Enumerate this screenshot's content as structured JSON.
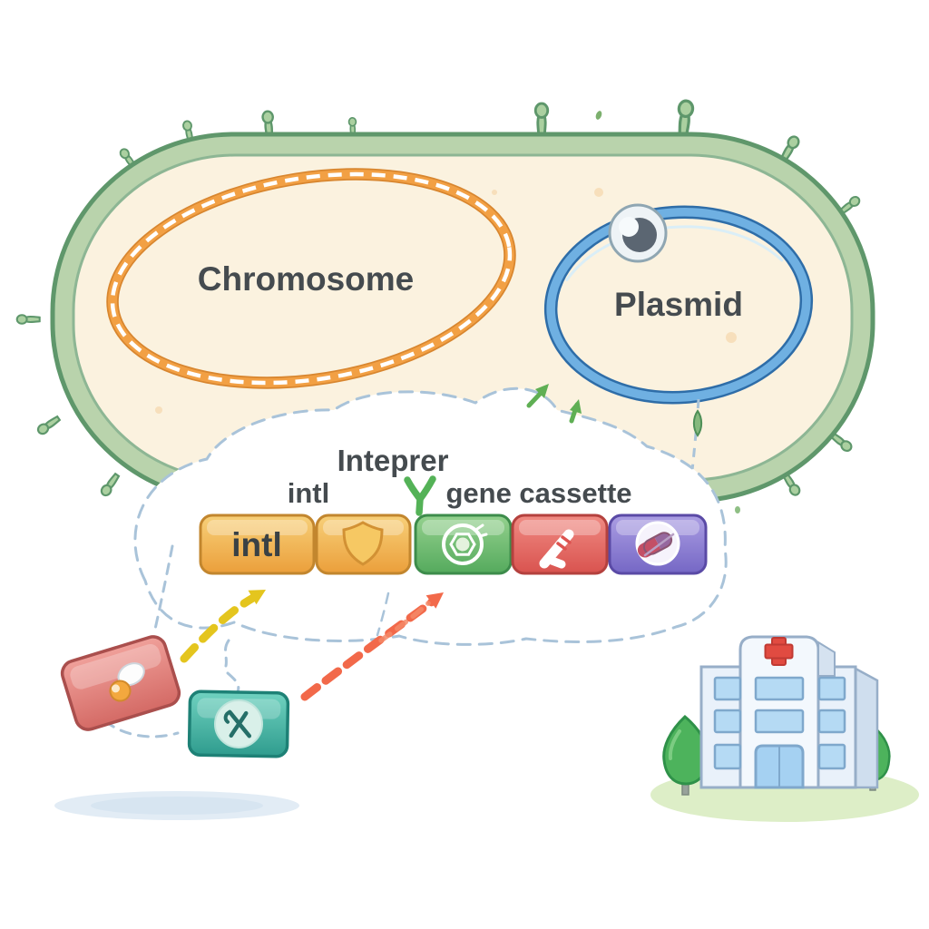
{
  "labels": {
    "chromosome": "Chromosome",
    "plasmid": "Plasmid",
    "integrase": "Inteprer",
    "att_site": "intl",
    "gene_cassette": "gene cassette",
    "cassette_block_1": "intl"
  },
  "icons": {
    "plasmid_marker": "origin-of-replication-icon",
    "att_symbol": "attc-site-y-icon",
    "block_2": "shield-icon",
    "block_3": "microbe-icon",
    "block_4": "bone-icon",
    "block_5": "pill-icon",
    "red_card": "pills-icon",
    "teal_card": "no-antibiotic-icon",
    "hospital": "hospital-icon",
    "hospital_cross": "red-cross-icon",
    "trees": "tree-icon"
  },
  "colors": {
    "cell_membrane": "#b9d3ac",
    "cell_outline": "#5f976b",
    "cytoplasm": "#fbf2df",
    "chromosome": "#f2a044",
    "plasmid": "#6fb0e2",
    "block_amber": "#f0b14a",
    "block_green": "#67b968",
    "block_red": "#e2625d",
    "block_purple": "#8b7cd3",
    "card_red": "#e07b76",
    "card_teal": "#3eae9f",
    "arrow_yellow": "#e4c51e",
    "arrow_red": "#f2694a",
    "arrow_green": "#5faf54",
    "dash_blue": "#a9c3d9",
    "hospital_wall": "#e9f1fa",
    "hospital_window": "#b5daf4",
    "cross_red": "#e14b41",
    "tree_green": "#4db35c",
    "ground_green": "#ddeec7"
  }
}
